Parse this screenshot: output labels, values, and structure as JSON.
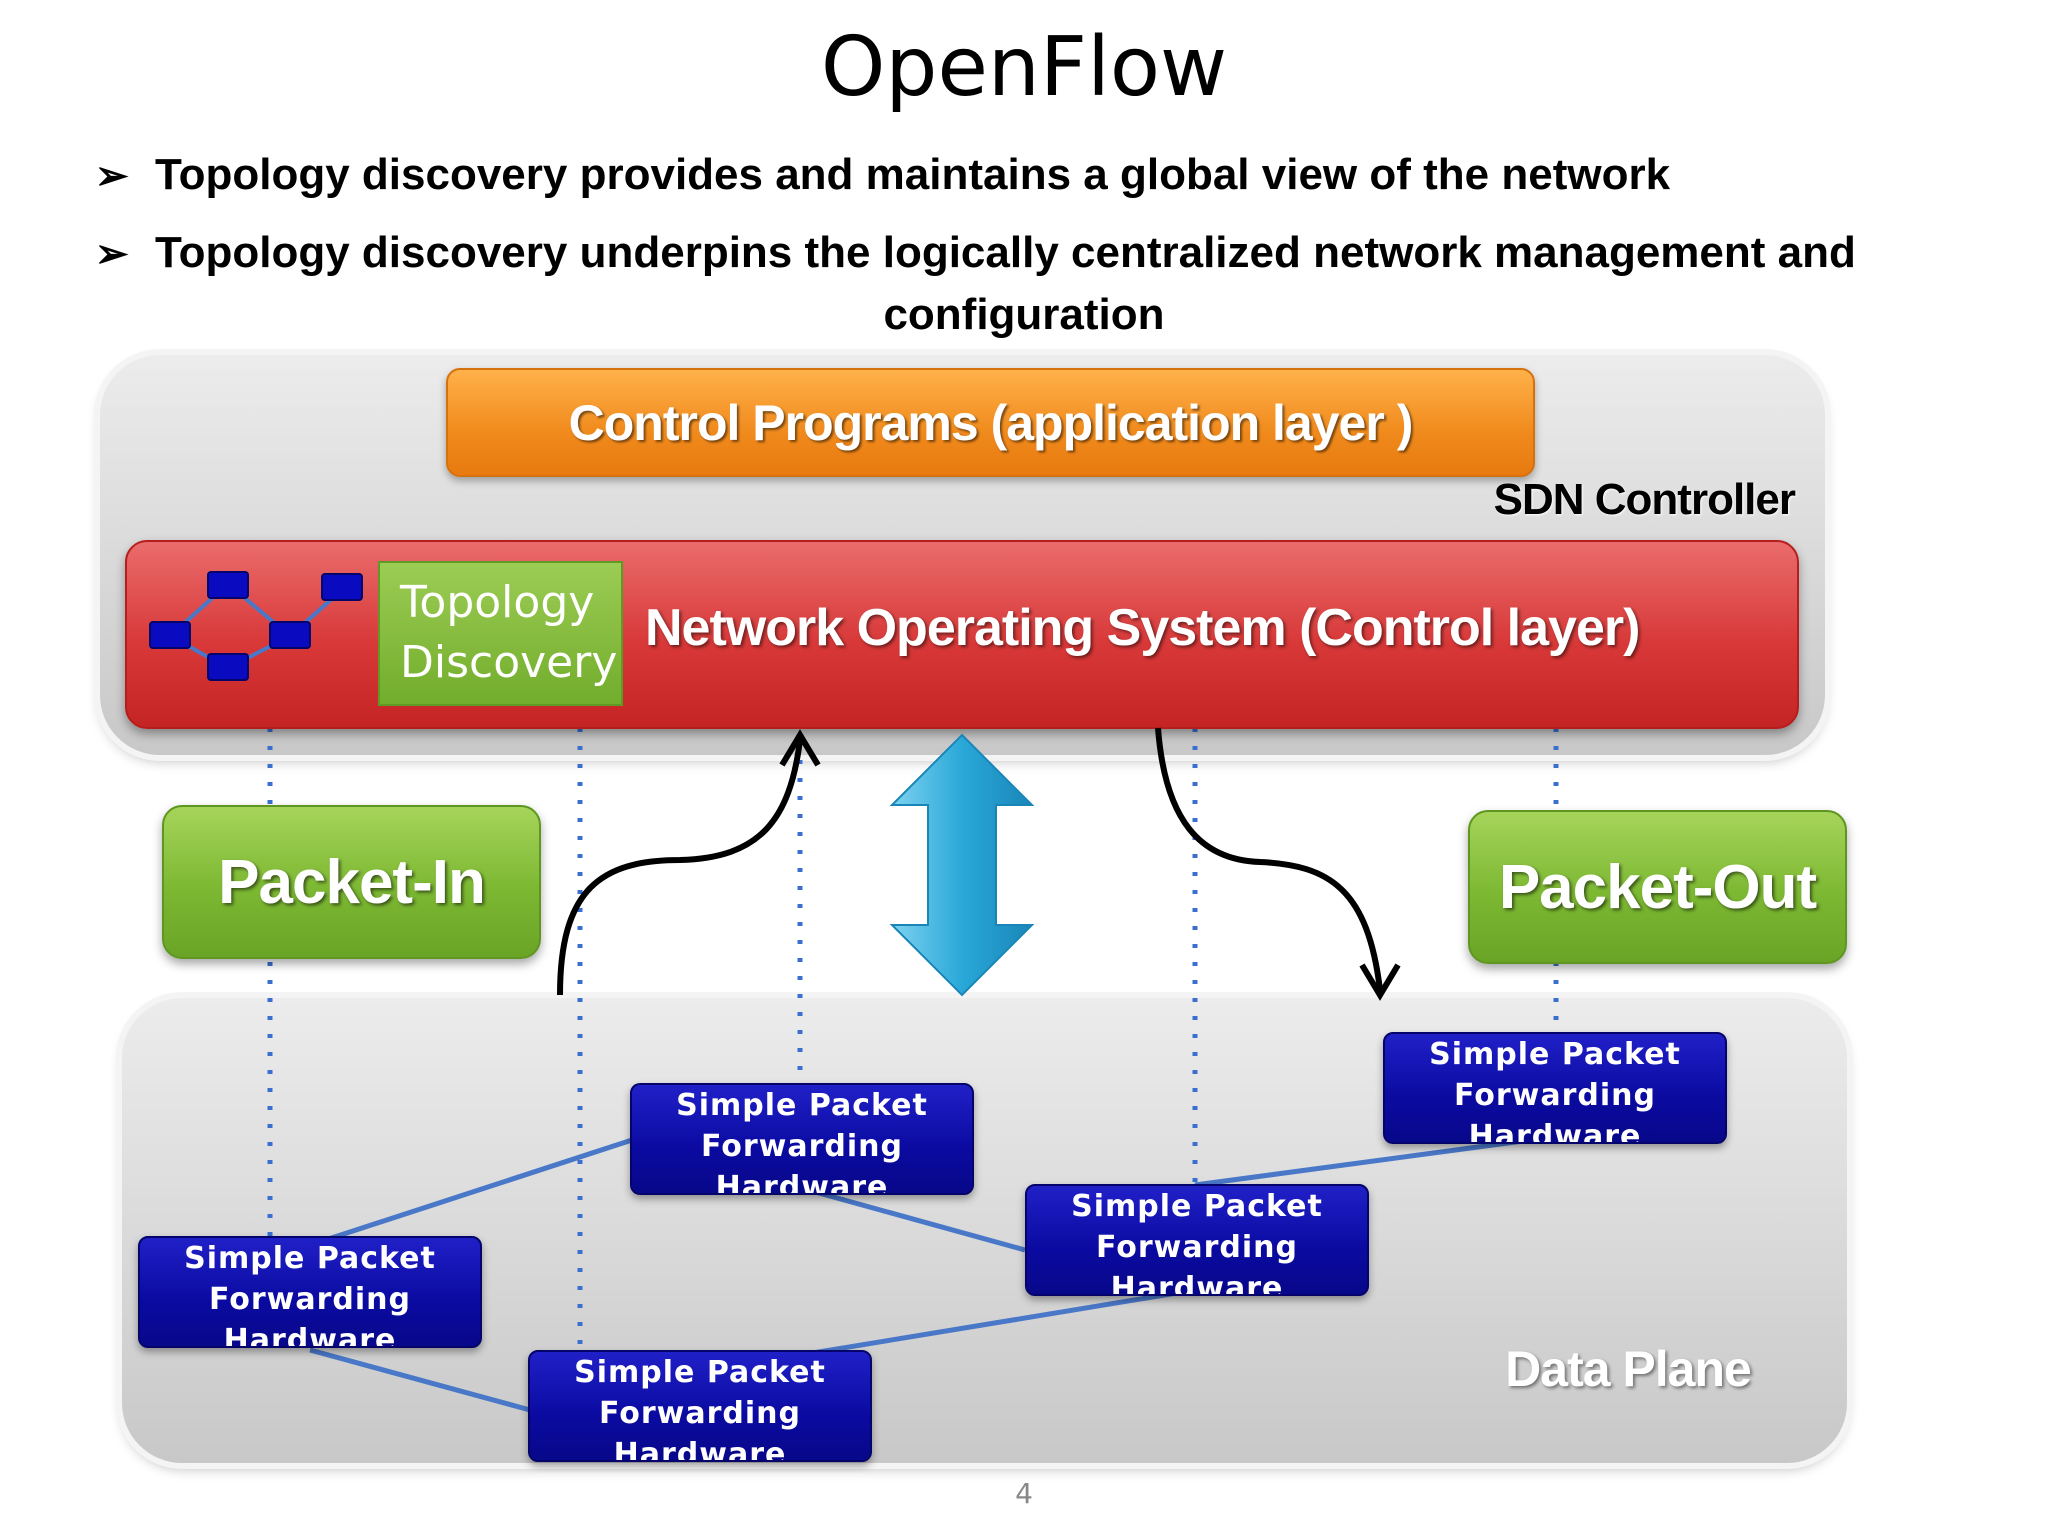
{
  "slide": {
    "title": "OpenFlow",
    "bullets": [
      "Topology discovery provides and maintains a global view of the network",
      "Topology discovery  underpins the logically centralized  network management and"
    ],
    "bullet_continuation": "configuration",
    "page_number": "4"
  },
  "diagram": {
    "control_programs": "Control Programs (application layer )",
    "sdn_controller": "SDN Controller",
    "topology_line1": "Topology",
    "topology_line2": "Discovery",
    "network_os": "Network Operating  System (Control  layer)",
    "packet_in": "Packet-In",
    "packet_out": "Packet-Out",
    "data_plane": "Data Plane",
    "hardware": [
      {
        "line1": "Simple Packet",
        "line2": "Forwarding",
        "line3": "Hardware"
      },
      {
        "line1": "Simple Packet",
        "line2": "Forwarding",
        "line3": "Hardware"
      },
      {
        "line1": "Simple Packet",
        "line2": "Forwarding",
        "line3": "Hardware"
      },
      {
        "line1": "Simple Packet",
        "line2": "Forwarding",
        "line3": "Hardware"
      },
      {
        "line1": "Simple Packet",
        "line2": "Forwarding",
        "line3": "Hardware"
      }
    ],
    "colors": {
      "orange": "#f08a1c",
      "red": "#d83838",
      "green": "#7cb832",
      "blue": "#0a0aa0",
      "cyan_arrow": "#29a8d8",
      "link": "#3a6fd0"
    }
  }
}
